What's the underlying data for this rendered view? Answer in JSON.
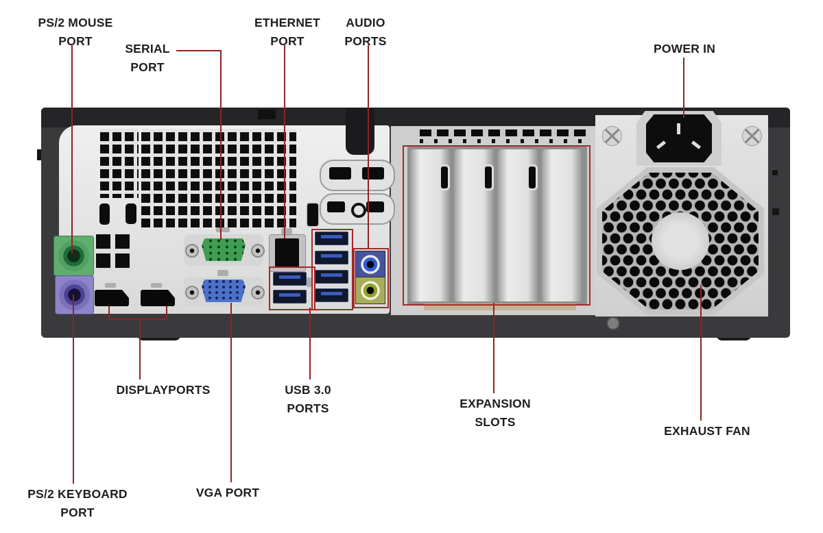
{
  "diagram": {
    "type": "hardware-annotation",
    "subject": "Desktop computer rear panel port diagram",
    "labels": {
      "ps2_mouse": {
        "line1": "PS/2 MOUSE",
        "line2": "PORT"
      },
      "serial": {
        "line1": "SERIAL",
        "line2": "PORT"
      },
      "ethernet": {
        "line1": "ETHERNET",
        "line2": "PORT"
      },
      "audio": {
        "line1": "AUDIO",
        "line2": "PORTS"
      },
      "power": {
        "line1": "POWER IN"
      },
      "displayports": {
        "line1": "DISPLAYPORTS"
      },
      "usb": {
        "line1": "USB 3.0",
        "line2": "PORTS"
      },
      "expansion": {
        "line1": "EXPANSION",
        "line2": "SLOTS"
      },
      "exhaust_fan": {
        "line1": "EXHAUST FAN"
      },
      "ps2_keyboard": {
        "line1": "PS/2 KEYBOARD",
        "line2": "PORT"
      },
      "vga": {
        "line1": "VGA PORT"
      }
    },
    "ports": [
      {
        "name": "ps2-mouse-port",
        "color": "#5fae6e"
      },
      {
        "name": "ps2-keyboard-port",
        "color": "#8d85c6"
      },
      {
        "name": "displayport",
        "count": 2,
        "color": "#0a0a0a"
      },
      {
        "name": "serial-port",
        "color": "#3f9e52"
      },
      {
        "name": "vga-port",
        "color": "#4d71c9"
      },
      {
        "name": "ethernet-port",
        "color": "#0b0b0b"
      },
      {
        "name": "usb3-port",
        "count": 6,
        "color": "#10182e"
      },
      {
        "name": "audio-line-in",
        "color": "#2f5cd8"
      },
      {
        "name": "audio-line-out",
        "color": "#8fa32e"
      },
      {
        "name": "power-inlet",
        "color": "#0d0d0d"
      },
      {
        "name": "expansion-slot",
        "count": 4
      },
      {
        "name": "exhaust-fan"
      }
    ],
    "colors": {
      "leader_line": "#8e2323",
      "annotation_box": "#a62828",
      "label_text": "#1f1f1f",
      "chassis_dark": "#3a3a3c",
      "panel_light": "#e4e4e4",
      "background": "#ffffff"
    }
  }
}
